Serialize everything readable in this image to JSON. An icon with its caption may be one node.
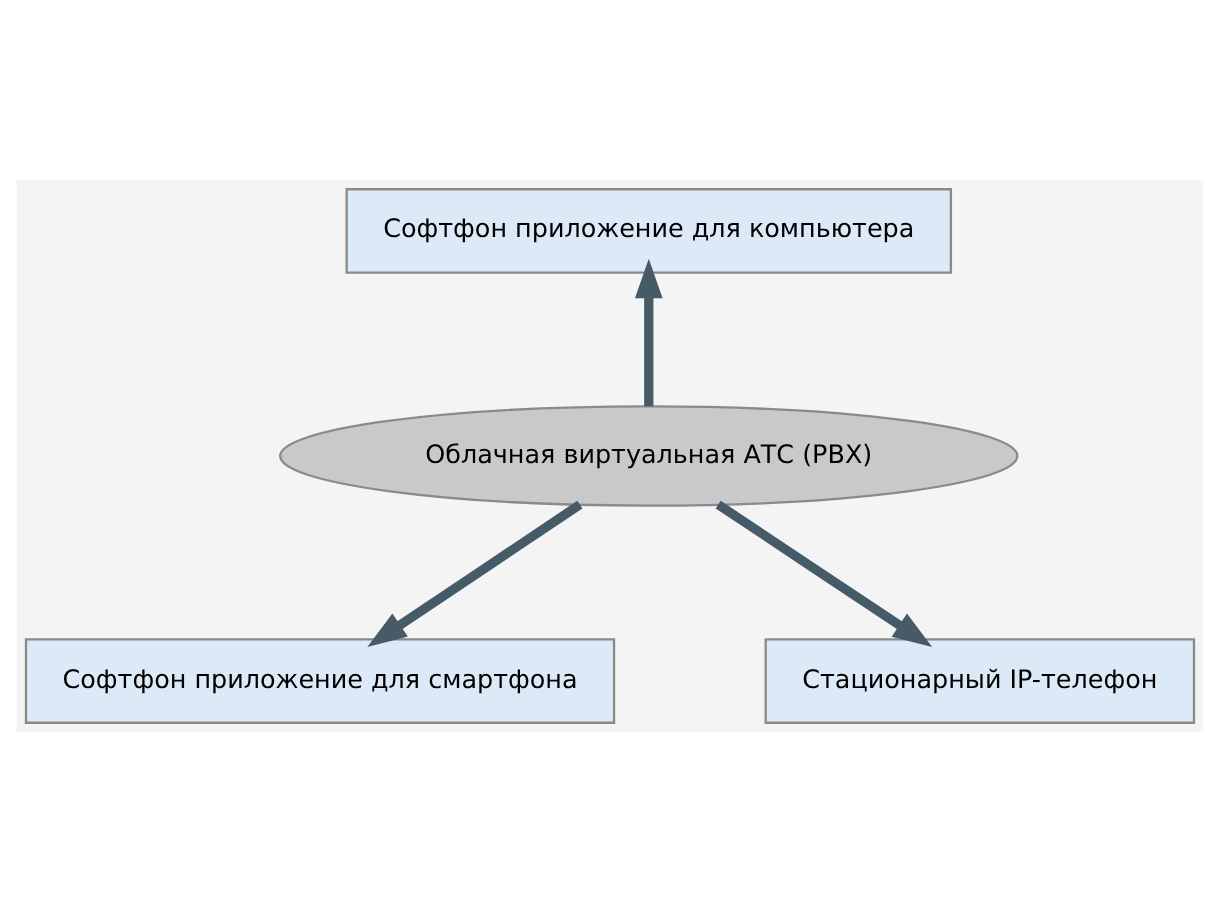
{
  "diagram": {
    "nodes": [
      {
        "text": [
          "Облачная виртуальная АТС (PBX)"
        ]
      },
      {
        "text": [
          "Софтфон приложение для компьютера"
        ]
      },
      {
        "text": [
          "Софтфон приложение для смартфона"
        ]
      },
      {
        "text": [
          "Стационарный IP-телефон"
        ]
      }
    ],
    "edges": [
      {
        "from": 0,
        "to": 1,
        "arrow": "to"
      },
      {
        "from": 0,
        "to": 2,
        "arrow": "to"
      },
      {
        "from": 0,
        "to": 3,
        "arrow": "to"
      }
    ]
  }
}
